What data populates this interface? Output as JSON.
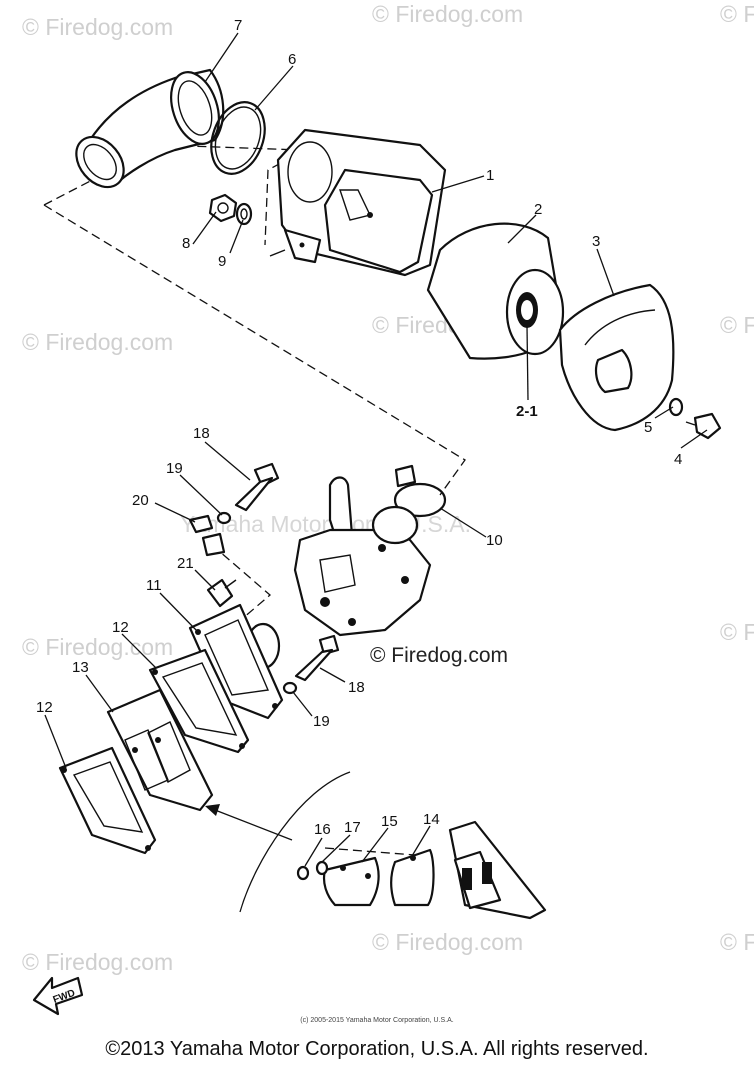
{
  "watermarks": {
    "brand": "© Firedog.com",
    "center": "© Firedog.com",
    "overlay": "Yamaha Motor Corp., U.S.A."
  },
  "callouts": {
    "p1": "1",
    "p2": "2",
    "p2_1": "2-1",
    "p3": "3",
    "p4": "4",
    "p5": "5",
    "p6": "6",
    "p7": "7",
    "p8": "8",
    "p9": "9",
    "p10": "10",
    "p11": "11",
    "p12a": "12",
    "p12b": "12",
    "p13": "13",
    "p14": "14",
    "p15": "15",
    "p16": "16",
    "p17": "17",
    "p18a": "18",
    "p18b": "18",
    "p19a": "19",
    "p19b": "19",
    "p20": "20",
    "p21": "21"
  },
  "fwd_label": "FWD",
  "small_copyright": "(c) 2005-2015 Yamaha Motor Corporation, U.S.A.",
  "footer": "©2013 Yamaha Motor Corporation, U.S.A. All rights reserved."
}
